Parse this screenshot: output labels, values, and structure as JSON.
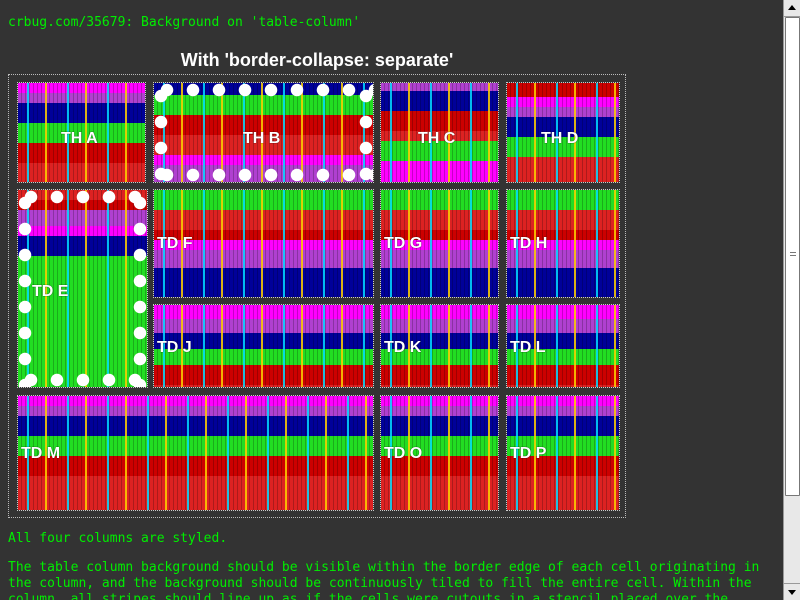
{
  "header": {
    "title": "crbug.com/35679: Background on 'table-column'",
    "caption": "With 'border-collapse: separate'"
  },
  "table": {
    "header_cells": [
      "TH A",
      "TH B",
      "TH C",
      "TH D"
    ],
    "body_cells": [
      "TD E",
      "TD F",
      "TD G",
      "TD H",
      "TD J",
      "TD K",
      "TD L",
      "TD M",
      "TD O",
      "TD P"
    ]
  },
  "description": {
    "line1": "All four columns are styled.",
    "line2": "The table column background should be visible within the border edge of each cell originating in",
    "line3": "the column, and the background should be continuously tiled to fill the entire cell. Within the",
    "line4": "column, all stripes should line up as if the cells were cutouts in a stencil placed over the"
  },
  "colors": {
    "page_background": "#333333",
    "text": "#00ee00",
    "cell_label": "#ffffff"
  }
}
